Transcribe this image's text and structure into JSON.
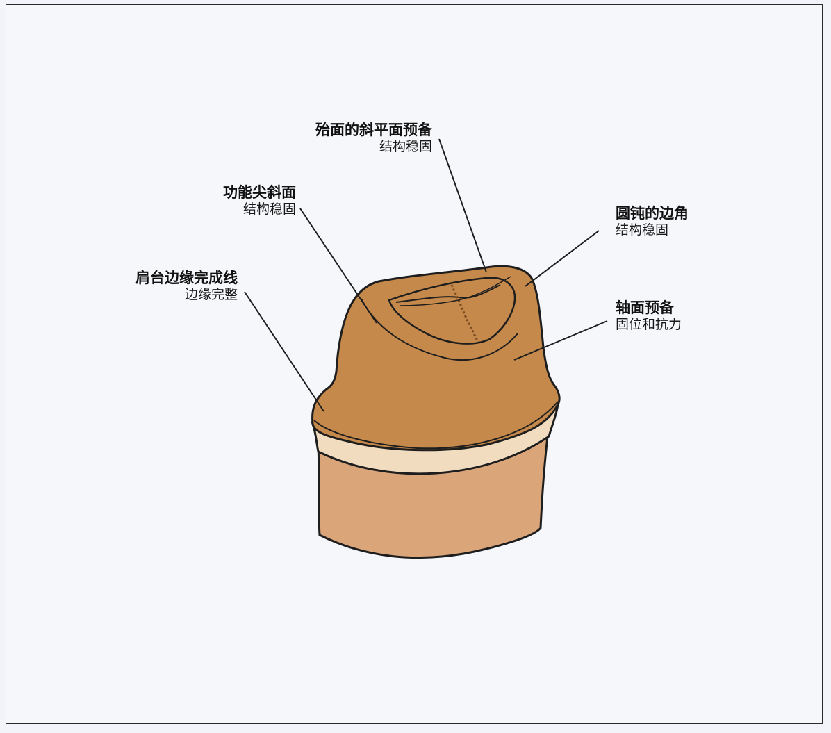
{
  "labels": {
    "occlusal_bevel": {
      "title": "殆面的斜平面预备",
      "sub": "结构稳固"
    },
    "functional_cusp_bevel": {
      "title": "功能尖斜面",
      "sub": "结构稳固"
    },
    "shoulder_margin": {
      "title": "肩台边缘完成线",
      "sub": "边缘完整"
    },
    "rounded_corners": {
      "title": "圆钝的边角",
      "sub": "结构稳固"
    },
    "axial_reduction": {
      "title": "轴面预备",
      "sub": "固位和抗力"
    }
  },
  "colors": {
    "tooth_crown": "#c6894c",
    "tooth_crown_shade": "#b87a3f",
    "shoulder_band": "#f2dcc0",
    "root": "#dba57a",
    "outline": "#1e1e1e"
  }
}
